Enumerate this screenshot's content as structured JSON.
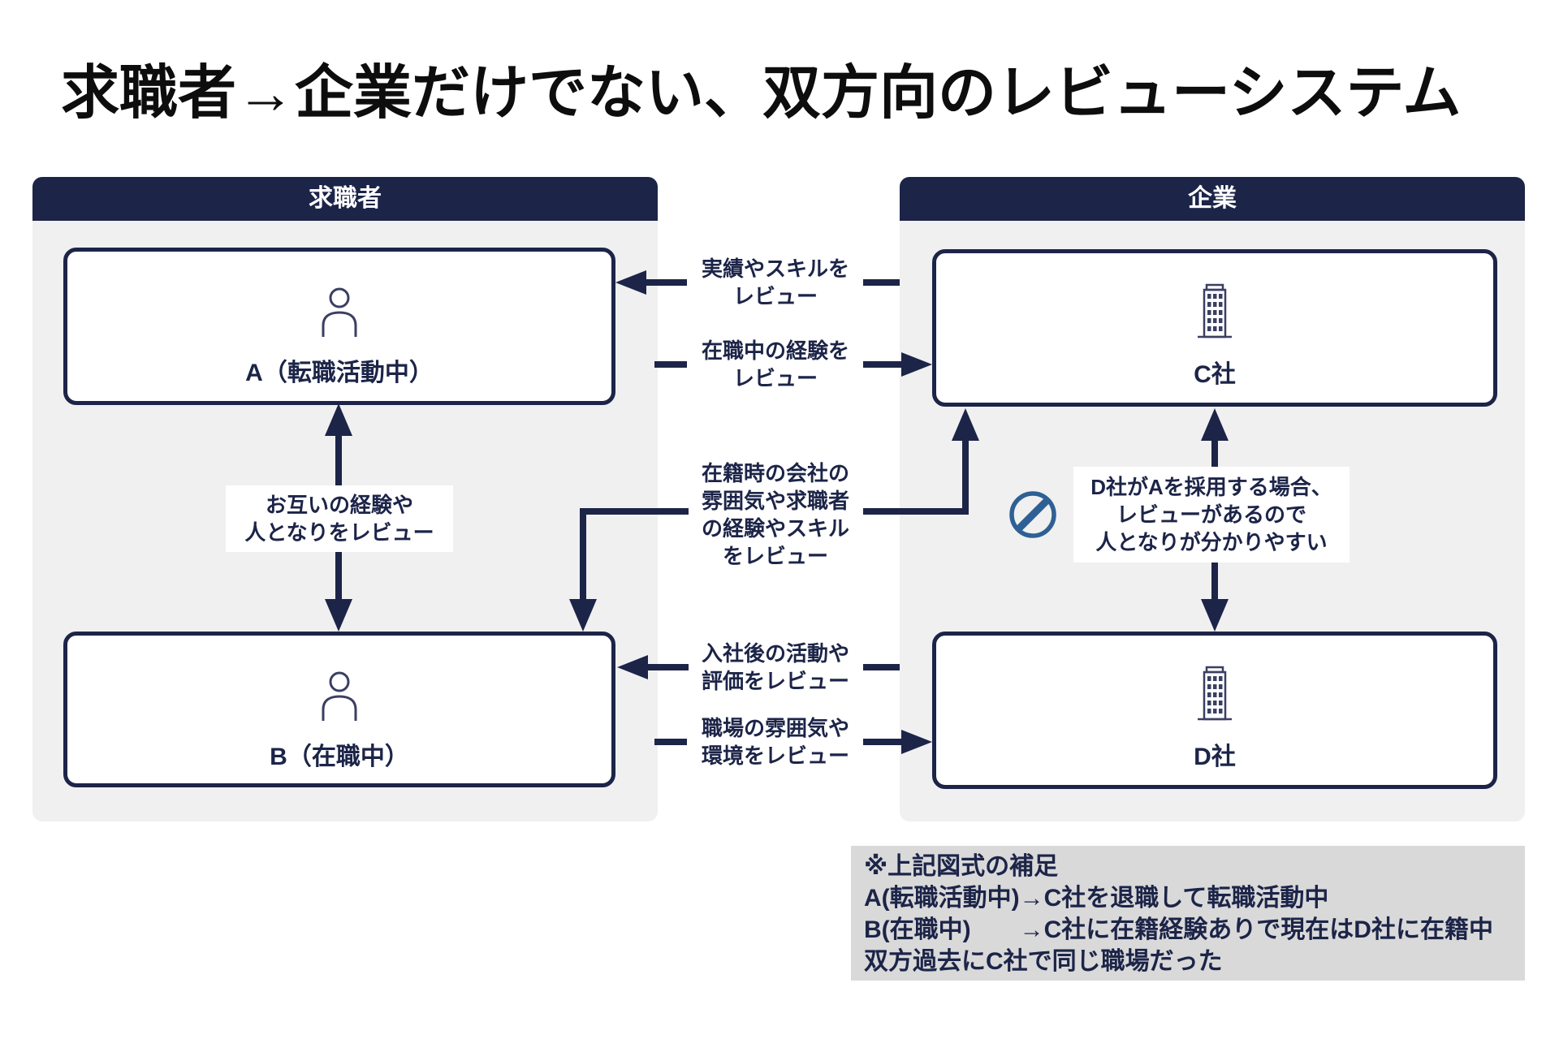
{
  "title": "求職者→企業だけでない、双方向のレビューシステム",
  "colors": {
    "navy": "#1c2448",
    "panel_bg": "#f0f0f1",
    "note_bg": "#d9d9d9",
    "prohibition_blue": "#2e6094",
    "box_bg": "#ffffff"
  },
  "jobseeker_panel": {
    "header": "求職者",
    "box_a_label": "A（転職活動中）",
    "box_b_label": "B（在職中）",
    "ab_arrow_label": "お互いの経験や\n人となりをレビュー"
  },
  "company_panel": {
    "header": "企業",
    "box_c_label": "C社",
    "box_d_label": "D社",
    "cd_arrow_label": "D社がAを採用する場合、\nレビューがあるので\n人となりが分かりやすい"
  },
  "connectors": {
    "c_to_a": "実績やスキルを\nレビュー",
    "a_to_c": "在職中の経験を\nレビュー",
    "b_c_mutual": "在籍時の会社の\n雰囲気や求職者\nの経験やスキル\nをレビュー",
    "d_to_b": "入社後の活動や\n評価をレビュー",
    "b_to_d": "職場の雰囲気や\n環境をレビュー"
  },
  "note": {
    "lines": [
      "※上記図式の補足",
      "A(転職活動中)→C社を退職して転職活動中",
      "B(在職中)　　→C社に在籍経験ありで現在はD社に在籍中",
      "双方過去にC社で同じ職場だった"
    ]
  },
  "icons": {
    "person": "person-icon",
    "building": "building-icon",
    "prohibition": "prohibition-icon"
  }
}
